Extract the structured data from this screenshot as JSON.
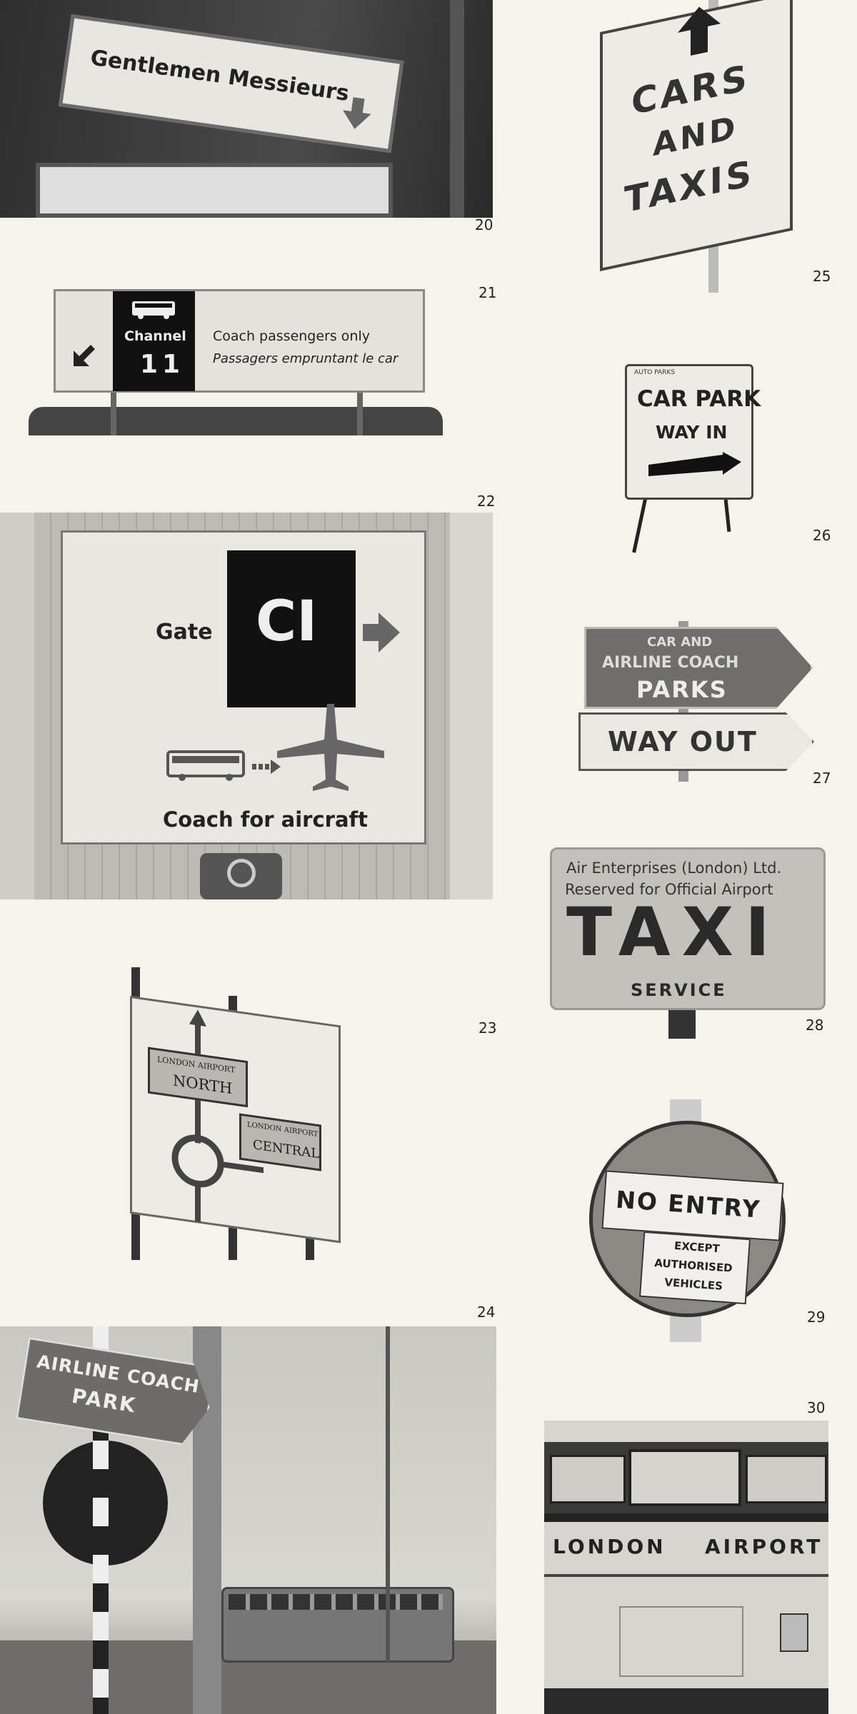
{
  "figures": [
    {
      "number": "20",
      "lines": [
        "Gentlemen Messieurs"
      ]
    },
    {
      "number": "21",
      "channel_label": "Channel",
      "channel_number": "11",
      "line1": "Coach passengers only",
      "line2": "Passagers empruntant le car"
    },
    {
      "number": "22",
      "gate_label": "Gate",
      "gate_code": "CI",
      "caption": "Coach for aircraft"
    },
    {
      "number": "23",
      "north_small": "LONDON AIRPORT",
      "north_big": "NORTH",
      "central_small": "LONDON AIRPORT",
      "central_big": "CENTRAL"
    },
    {
      "number": "24",
      "line1": "AIRLINE COACH",
      "line2": "PARK"
    },
    {
      "number": "25",
      "line1": "CARS",
      "line2": "AND",
      "line3": "TAXIS"
    },
    {
      "number": "26",
      "small": "AUTO PARKS",
      "line1": "CAR PARK",
      "line2": "WAY IN"
    },
    {
      "number": "27",
      "line1": "CAR AND",
      "line2": "AIRLINE COACH",
      "line3": "PARKS",
      "line4": "WAY OUT"
    },
    {
      "number": "28",
      "line1": "Air Enterprises (London) Ltd.",
      "line2": "Reserved for Official Airport",
      "line3": "TAXI",
      "line4": "SERVICE"
    },
    {
      "number": "29",
      "line1": "NO ENTRY",
      "line2": "EXCEPT",
      "line3": "AUTHORISED",
      "line4": "VEHICLES"
    },
    {
      "number": "30",
      "word1": "LONDON",
      "word2": "AIRPORT"
    }
  ]
}
